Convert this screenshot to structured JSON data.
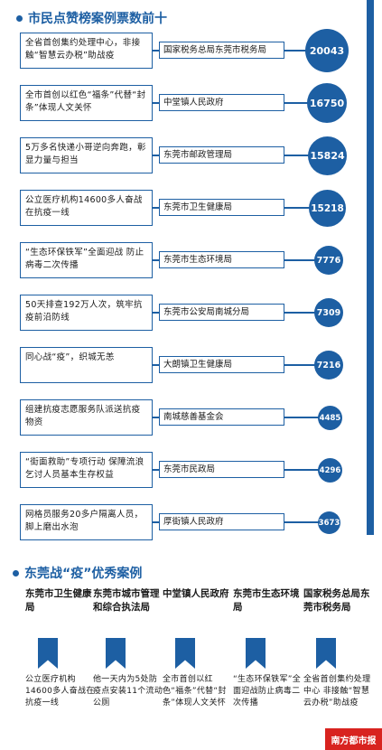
{
  "section1": {
    "title": "市民点赞榜案例票数前十"
  },
  "cases": [
    {
      "desc": "全省首创集约处理中心，非接触“智慧云办税”助战疫",
      "unit": "国家税务总局东莞市税务局",
      "votes": "20043"
    },
    {
      "desc": "全市首创以红色“福条”代替“封条”体现人文关怀",
      "unit": "中堂镇人民政府",
      "votes": "16750"
    },
    {
      "desc": "5万多名快递小哥逆向奔跑，彰显力量与担当",
      "unit": "东莞市邮政管理局",
      "votes": "15824"
    },
    {
      "desc": "公立医疗机构14600多人奋战在抗疫一线",
      "unit": "东莞市卫生健康局",
      "votes": "15218"
    },
    {
      "desc": "“生态环保铁军”全面迎战 防止病毒二次传播",
      "unit": "东莞市生态环境局",
      "votes": "7776"
    },
    {
      "desc": "50天排查192万人次，筑牢抗疫前沿防线",
      "unit": "东莞市公安局南城分局",
      "votes": "7309"
    },
    {
      "desc": "同心战“疫”，织城无恙",
      "unit": "大朗镇卫生健康局",
      "votes": "7216"
    },
    {
      "desc": "组建抗疫志愿服务队派送抗疫物资",
      "unit": "南城慈善基金会",
      "votes": "4485"
    },
    {
      "desc": "“街面救助”专项行动 保障流浪乞讨人员基本生存权益",
      "unit": "东莞市民政局",
      "votes": "4296"
    },
    {
      "desc": "网格员服务20多户隔离人员，脚上磨出水泡",
      "unit": "厚街镇人民政府",
      "votes": "3673"
    }
  ],
  "section2": {
    "title": "东莞战“疫”优秀案例"
  },
  "excellent": [
    {
      "title": "东莞市卫生健康局",
      "text": "公立医疗机构14600多人奋战在抗疫一线"
    },
    {
      "title": "东莞市城市管理和综合执法局",
      "text": "他一天内为5处防疫点安装11个流动公厕"
    },
    {
      "title": "中堂镇人民政府",
      "text": "全市首创以红色“福条”代替“封条”体现人文关怀"
    },
    {
      "title": "东莞市生态环境局",
      "text": "“生态环保铁军”全面迎战防止病毒二次传播"
    },
    {
      "title": "国家税务总局东莞市税务局",
      "text": "全省首创集约处理中心 非接触“智慧云办税”助战疫"
    }
  ],
  "logo": {
    "text": "南方都市报"
  },
  "colors": {
    "accent": "#1d5fa3",
    "logo_red": "#d8231f"
  }
}
